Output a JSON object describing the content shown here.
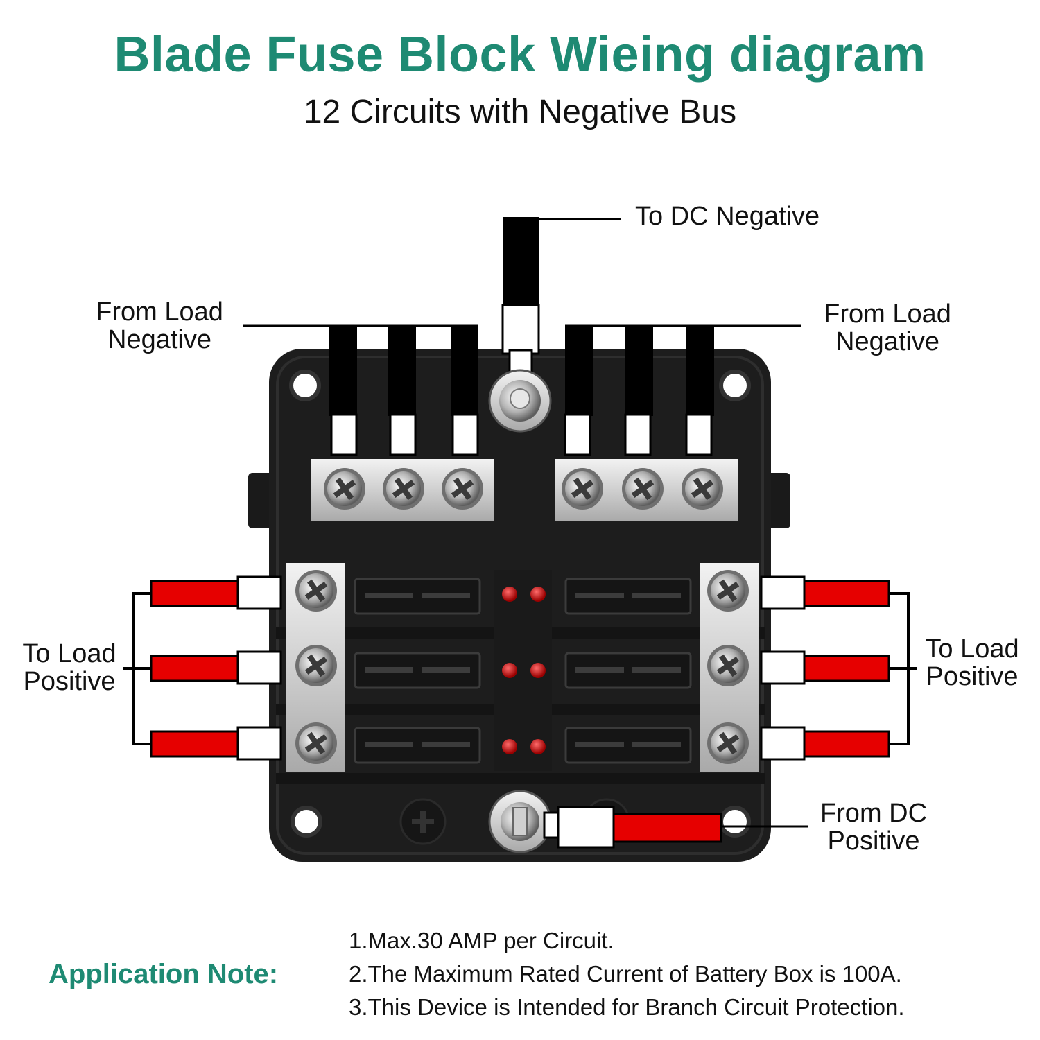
{
  "title": "Blade Fuse Block Wieing diagram",
  "subtitle": "12 Circuits with Negative Bus",
  "labels": {
    "to_dc_negative": "To DC Negative",
    "from_load_negative_left": [
      "From Load",
      "Negative"
    ],
    "from_load_negative_right": [
      "From Load",
      "Negative"
    ],
    "to_load_positive_left": [
      "To Load",
      "Positive"
    ],
    "to_load_positive_right": [
      "To Load",
      "Positive"
    ],
    "from_dc_positive": [
      "From DC",
      "Positive"
    ]
  },
  "application_note": {
    "heading": "Application Note:",
    "items": [
      "1.Max.30 AMP per Circuit.",
      "2.The Maximum Rated Current of Battery Box is 100A.",
      "3.This Device is Intended for Branch Circuit Protection."
    ]
  },
  "colors": {
    "heading_green": "#1e8a73",
    "block_body": "#1d1d1d",
    "wire_black": "#000000",
    "wire_red": "#e60000",
    "led_red": "#c30000",
    "metal": "#d6d6d6"
  }
}
